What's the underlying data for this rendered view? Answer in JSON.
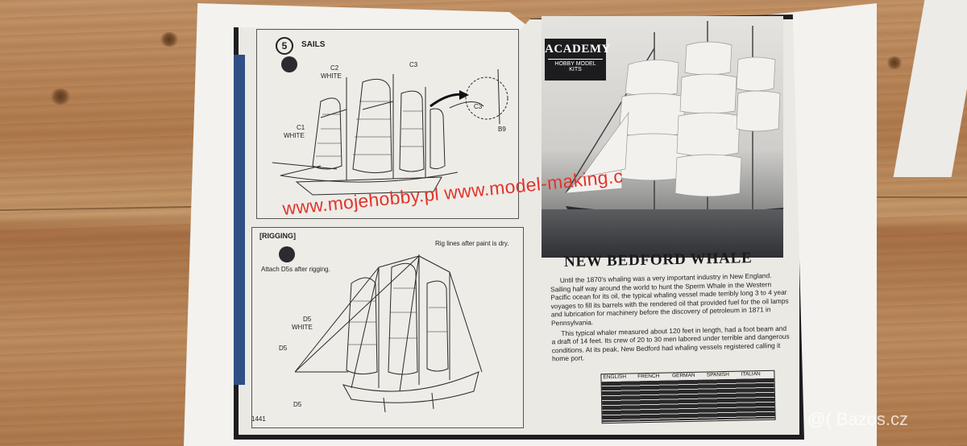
{
  "instructions": {
    "step_number": "5",
    "step_title": "SAILS",
    "sails_parts": {
      "c1": "C1",
      "c1_color": "WHITE",
      "c2": "C2",
      "c2_color": "WHITE",
      "c3_top": "C3",
      "c3_detail": "C3",
      "b9": "B9"
    },
    "rigging_title": "[RIGGING]",
    "rigging_note": "Rig lines after paint is dry.",
    "rigging_attach": "Attach D5s after rigging.",
    "rigging_parts": {
      "d5_a": "D5",
      "d5_a_color": "WHITE",
      "d5_b": "D5",
      "d5_c": "D5"
    },
    "page_number": "1441"
  },
  "watermark": "www.mojehobby.pl www.model-making.c",
  "box_art": {
    "logo_main": "ACADEMY",
    "logo_sub": "HOBBY MODEL KITS",
    "title": "NEW BEDFORD WHALE",
    "description_1": "Until the 1870's whaling was a very important industry in New England. Sailing half way around the world to hunt the Sperm Whale in the Western Pacific ocean for its oil, the typical whaling vessel made terribly long 3 to 4 year voyages to fill its barrels with the rendered oil that provided fuel for the oil lamps and lubrication for machinery before the discovery of petroleum in 1871 in Pennsylvania.",
    "description_2": "This typical whaler measured about 120 feet in length, had a foot beam and a draft of 14 feet. Its crew of 20 to 30 men labored under terrible and dangerous conditions. At its peak, New Bedford had whaling vessels registered calling it home port.",
    "color_table_headers": [
      "ENGLISH",
      "FRENCH",
      "GERMAN",
      "SPANISH",
      "ITALIAN"
    ]
  },
  "site_watermark": "@( Bazos.cz"
}
